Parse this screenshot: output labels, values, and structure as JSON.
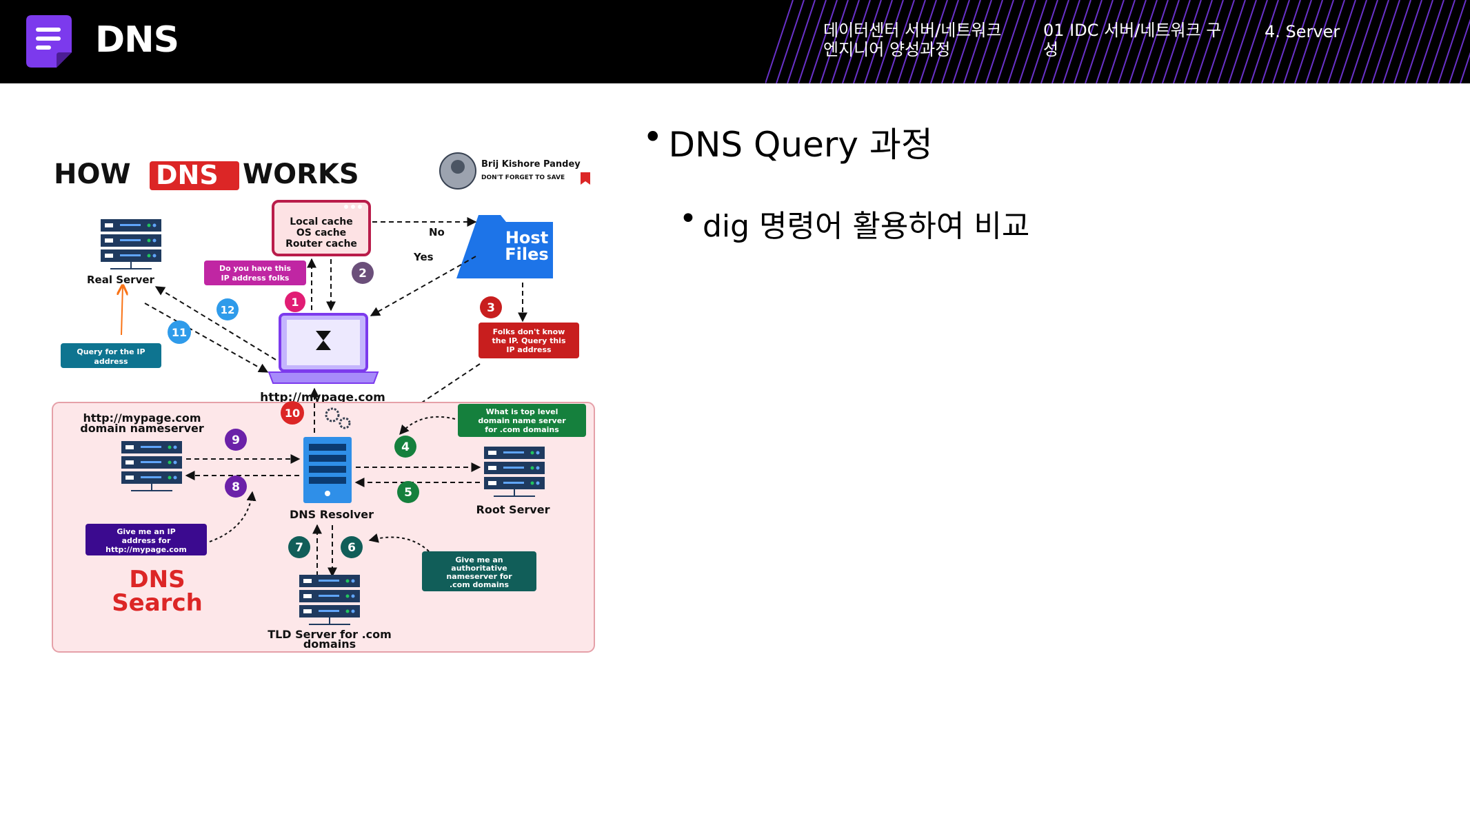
{
  "header": {
    "title": "DNS",
    "breadcrumbs": [
      "데이터센터 서버/네트워크 엔지니어 양성과정",
      "01 IDC 서버/네트워크 구성",
      "4. Server"
    ],
    "accent_color": "#7c3aed",
    "logo_icon": "document-icon"
  },
  "content": {
    "bullets": [
      {
        "text": "DNS Query 과정"
      },
      {
        "text": "dig 명령어 활용하여 비교"
      }
    ]
  },
  "diagram": {
    "title_how": "HOW",
    "title_dns": "DNS",
    "title_works": "WORKS",
    "author_name": "Brij Kishore Pandey",
    "author_note": "DON'T FORGET TO SAVE",
    "cache_lines": [
      "Local cache",
      "OS cache",
      "Router cache"
    ],
    "host_files": [
      "Host",
      "Files"
    ],
    "label_no": "No",
    "label_yes": "Yes",
    "question_box": [
      "Do you have this",
      "IP address folks"
    ],
    "folks_box": [
      "Folks don't know",
      "the IP. Query this",
      "IP address"
    ],
    "real_server": "Real Server",
    "query_box": [
      "Query for the IP",
      "address"
    ],
    "browser_url": "http://mypage.com",
    "ns_label": [
      "http://mypage.com",
      "domain nameserver"
    ],
    "tld_q_box": [
      "What is top level",
      "domain name server",
      "for .com domains"
    ],
    "resolver_label": "DNS Resolver",
    "root_label": "Root Server",
    "give_ip_box": [
      "Give me an IP",
      "address for",
      "http://mypage.com"
    ],
    "give_auth_box": [
      "Give me an",
      "authoritative",
      "nameserver for",
      ".com domains"
    ],
    "dns_search": [
      "DNS",
      "Search"
    ],
    "tld_label": [
      "TLD Server for .com",
      "domains"
    ],
    "steps": [
      "1",
      "2",
      "3",
      "4",
      "5",
      "6",
      "7",
      "8",
      "9",
      "10",
      "11",
      "12"
    ]
  }
}
